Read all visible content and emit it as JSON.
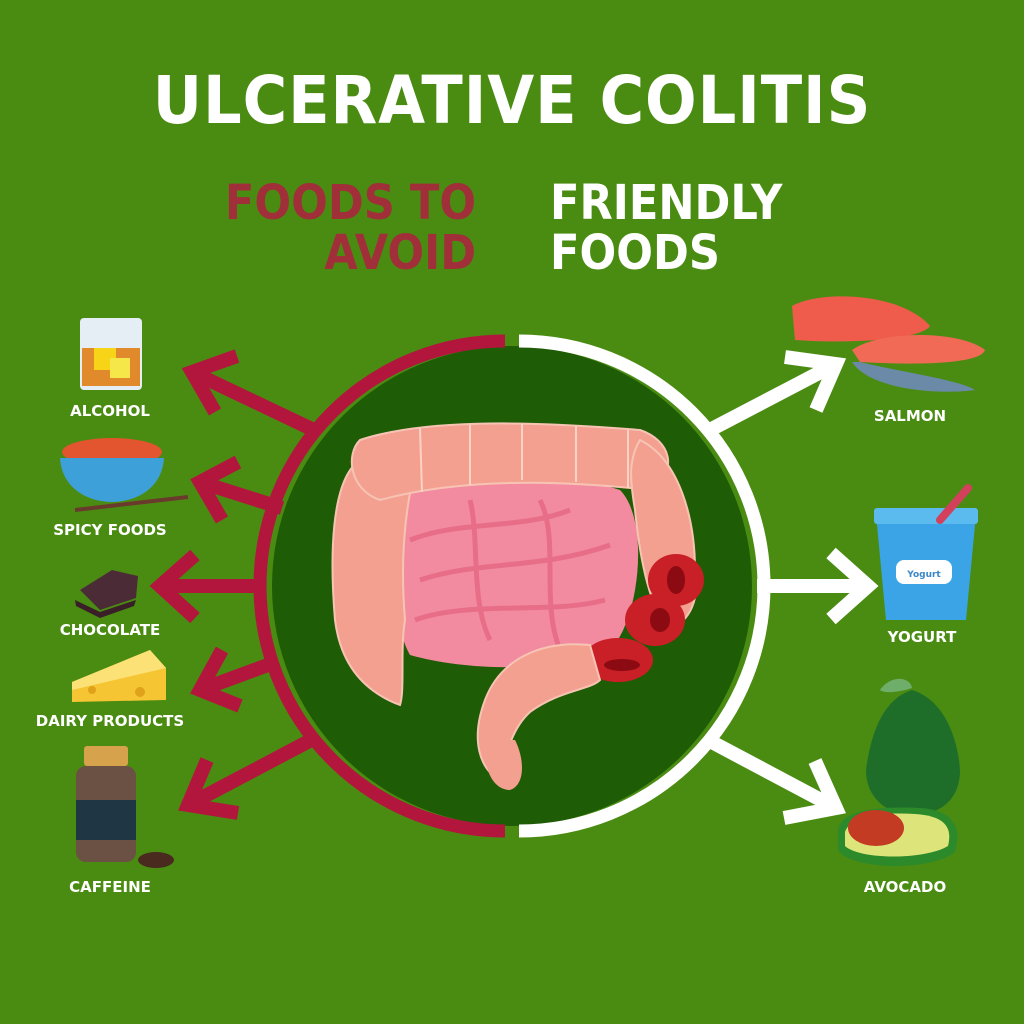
{
  "title": "ULCERATIVE COLITIS",
  "avoid": {
    "heading_line1": "FOODS TO",
    "heading_line2": "AVOID",
    "color": "#a12f3a",
    "items": [
      {
        "label": "ALCOHOL",
        "icon": "whiskey-glass-icon"
      },
      {
        "label": "SPICY FOODS",
        "icon": "noodle-bowl-icon"
      },
      {
        "label": "CHOCOLATE",
        "icon": "chocolate-bar-icon"
      },
      {
        "label": "DAIRY PRODUCTS",
        "icon": "cheese-icon"
      },
      {
        "label": "CAFFEINE",
        "icon": "coffee-jar-icon"
      }
    ]
  },
  "friendly": {
    "heading_line1": "FRIENDLY",
    "heading_line2": "FOODS",
    "color": "#ffffff",
    "items": [
      {
        "label": "SALMON",
        "icon": "salmon-icon"
      },
      {
        "label": "YOGURT",
        "icon": "yogurt-cup-icon",
        "cup_text": "Yogurt"
      },
      {
        "label": "AVOCADO",
        "icon": "avocado-icon"
      }
    ]
  },
  "center": {
    "icon": "colon-intestine-icon"
  },
  "colors": {
    "background": "#4a8c12",
    "circle": "#1f5c06",
    "avoid_arc": "#b3163c",
    "friendly_arc": "#ffffff"
  }
}
